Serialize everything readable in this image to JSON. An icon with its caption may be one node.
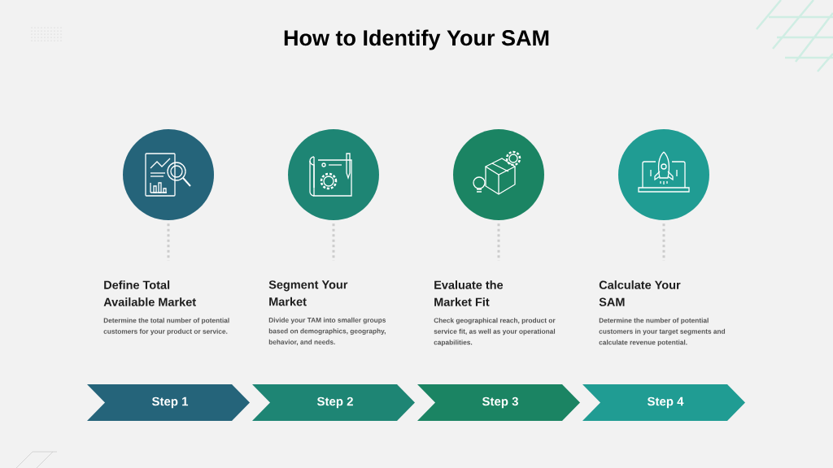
{
  "diagram": {
    "title": "How to Identify Your SAM",
    "nodes": [
      {
        "text": [],
        "shape": "circle"
      },
      {
        "text": [],
        "shape": "circle"
      },
      {
        "text": [],
        "shape": "circle"
      },
      {
        "text": [],
        "shape": "circle"
      },
      {
        "text": [
          "Define Total Available Market",
          "Determine the total number of potential customers for your product or service."
        ]
      },
      {
        "text": [
          "Segment Your Market",
          "Divide your TAM into smaller groups based on demographics, geography, behavior, and needs."
        ]
      },
      {
        "text": [
          "Evaluate the Market Fit",
          "Check geographical reach, product or service fit, as well as your operational capabilities."
        ]
      },
      {
        "text": [
          "Calculate Your SAM",
          "Determine the number of potential customers in your target segments and calculate revenue potential."
        ]
      },
      {
        "text": [
          "Step 1"
        ]
      },
      {
        "text": [
          "Step 2"
        ]
      },
      {
        "text": [
          "Step 3"
        ]
      },
      {
        "text": [
          "Step 4"
        ]
      }
    ],
    "edges": [
      {
        "from": 0,
        "to": 4,
        "arrow": "none",
        "style": "dashed"
      },
      {
        "from": 1,
        "to": 5,
        "arrow": "none",
        "style": "dashed"
      },
      {
        "from": 2,
        "to": 6,
        "arrow": "none",
        "style": "dashed"
      },
      {
        "from": 3,
        "to": 7,
        "arrow": "none",
        "style": "dashed"
      }
    ]
  }
}
